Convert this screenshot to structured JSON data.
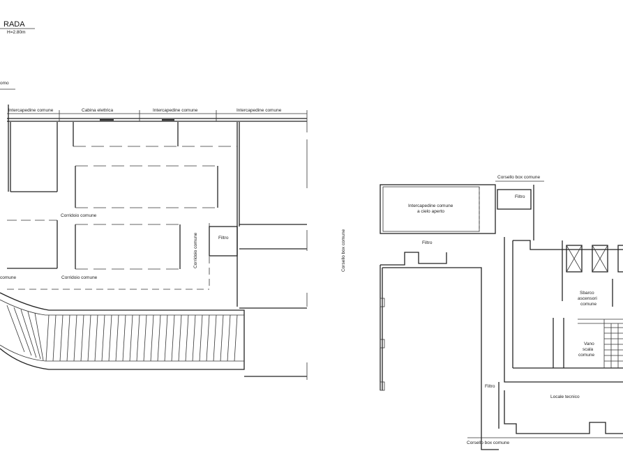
{
  "title": {
    "text": "RADA",
    "height": "H=2.80m"
  },
  "fragment_label": "omo",
  "left_plan": {
    "top_labels": [
      "Intercapedine comune",
      "Cabina elettrica",
      "Intercapedine comune",
      "Intercapedine comune"
    ],
    "corridor_1": "Corridoio comune",
    "corridor_2": "Corridoio comune",
    "corridor_3": "Corridoio comune",
    "corridor_4_partial": "comune",
    "filter": "Filtro"
  },
  "center_label": "Corsello box comune",
  "right_plan": {
    "top": "Corsello box comune",
    "filter_top": "Filtro",
    "intercapedine_1": "Intercapedine comune",
    "intercapedine_2": "a cielo aperto",
    "filter_mid": "Filtro",
    "lift_lobby_1": "Sbarco",
    "lift_lobby_2": "ascensori",
    "lift_lobby_3": "comune",
    "stair_1": "Vano",
    "stair_2": "scala",
    "stair_3": "comune",
    "filter_bottom": "Filtro",
    "technical_room": "Locale tecnico",
    "bottom": "Corsello box comune"
  }
}
